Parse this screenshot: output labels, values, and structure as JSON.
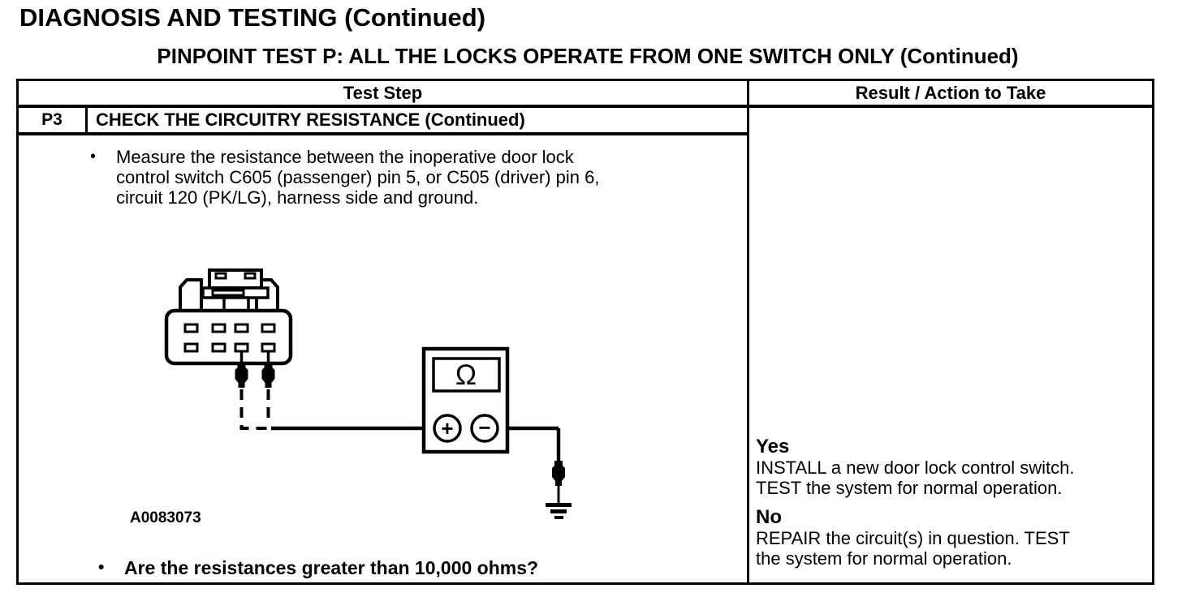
{
  "page": {
    "title": "DIAGNOSIS AND TESTING (Continued)",
    "subtitle": "PINPOINT TEST P: ALL THE LOCKS OPERATE FROM ONE SWITCH ONLY (Continued)"
  },
  "table": {
    "header": {
      "left": "Test Step",
      "right": "Result / Action to Take"
    },
    "step": {
      "id": "P3",
      "title": "CHECK THE CIRCUITRY RESISTANCE (Continued)",
      "bullet": "•",
      "instruction_lines": [
        "Measure the resistance between the inoperative door lock",
        "control switch C605 (passenger) pin 5, or C505 (driver) pin 6,",
        "circuit 120 (PK/LG), harness side and ground."
      ],
      "question": "Are the resistances greater than 10,000 ohms?"
    },
    "results": [
      {
        "answer": "Yes",
        "action_lines": [
          "INSTALL a new door lock control switch.",
          "TEST the system for normal operation."
        ]
      },
      {
        "answer": "No",
        "action_lines": [
          "REPAIR the circuit(s) in question. TEST",
          "the system for normal operation."
        ]
      }
    ]
  },
  "figure": {
    "label": "A0083073",
    "meter": {
      "display_symbol": "Ω",
      "positive_terminal": "+",
      "negative_terminal": "−"
    }
  },
  "colors": {
    "ink": "#000000",
    "paper": "#ffffff"
  }
}
